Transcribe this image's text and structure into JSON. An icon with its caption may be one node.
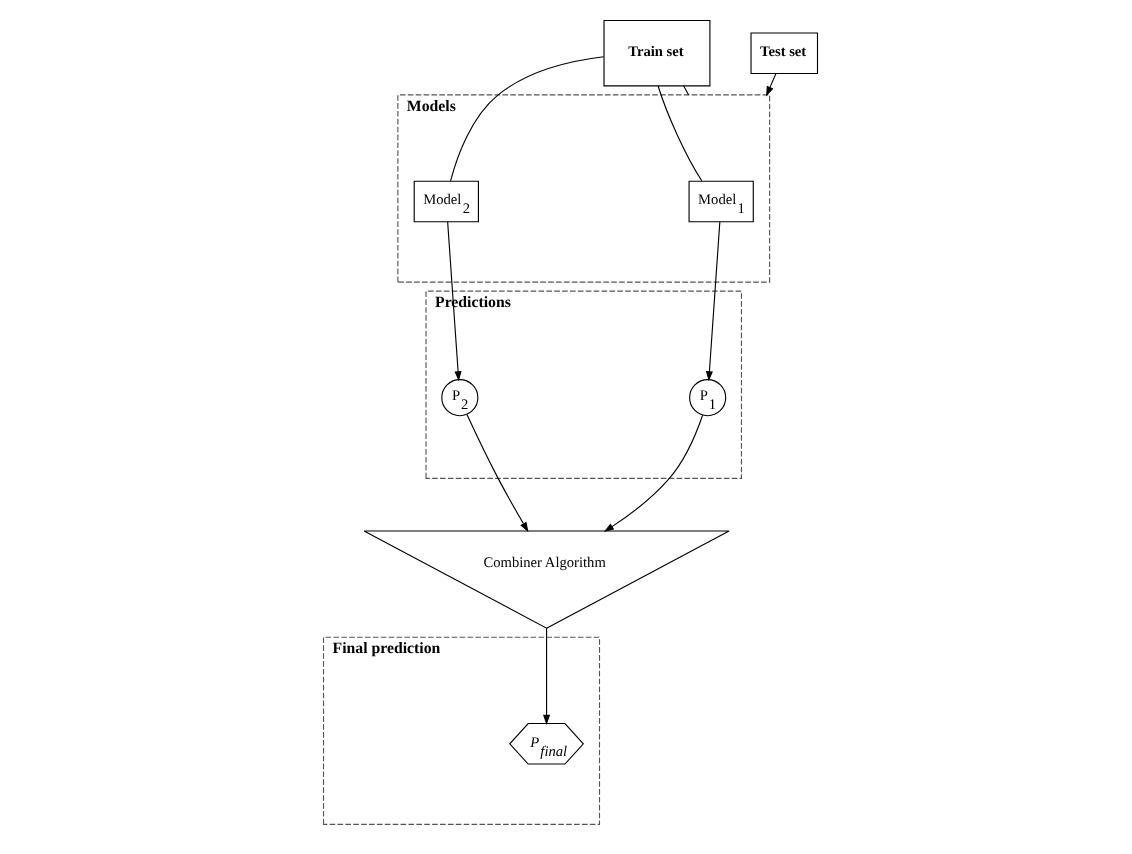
{
  "diagram": {
    "nodes": [
      {
        "text": [
          "Train set"
        ]
      },
      {
        "text": [
          "Models"
        ]
      },
      {
        "text": [
          "Model$_{1}$"
        ],
        "in": 1
      },
      {
        "text": [
          "Model$_{2}$"
        ],
        "in": 1
      },
      {
        "text": [
          "Test set"
        ]
      },
      {
        "text": [
          "Predictions"
        ]
      },
      {
        "text": [
          "P$_{1}$"
        ],
        "in": 5
      },
      {
        "text": [
          "P$_{2}$"
        ],
        "in": 5
      },
      {
        "text": [
          "Combiner Algorithm"
        ]
      },
      {
        "text": [
          "Final prediction"
        ]
      },
      {
        "text": [
          "P$_{final}$"
        ],
        "in": 9
      }
    ],
    "edges": [
      {
        "from": 0,
        "to": 2,
        "arrow": "none"
      },
      {
        "from": 0,
        "to": 1,
        "arrow": "none"
      },
      {
        "from": 0,
        "to": 3,
        "arrow": "none"
      },
      {
        "from": 4,
        "to": 1,
        "arrow": "to"
      },
      {
        "from": 2,
        "to": 6,
        "arrow": "to"
      },
      {
        "from": 3,
        "to": 7,
        "arrow": "to"
      },
      {
        "from": 6,
        "to": 8,
        "arrow": "to"
      },
      {
        "from": 7,
        "to": 8,
        "arrow": "to"
      },
      {
        "from": 8,
        "to": 10,
        "arrow": "to"
      }
    ]
  }
}
